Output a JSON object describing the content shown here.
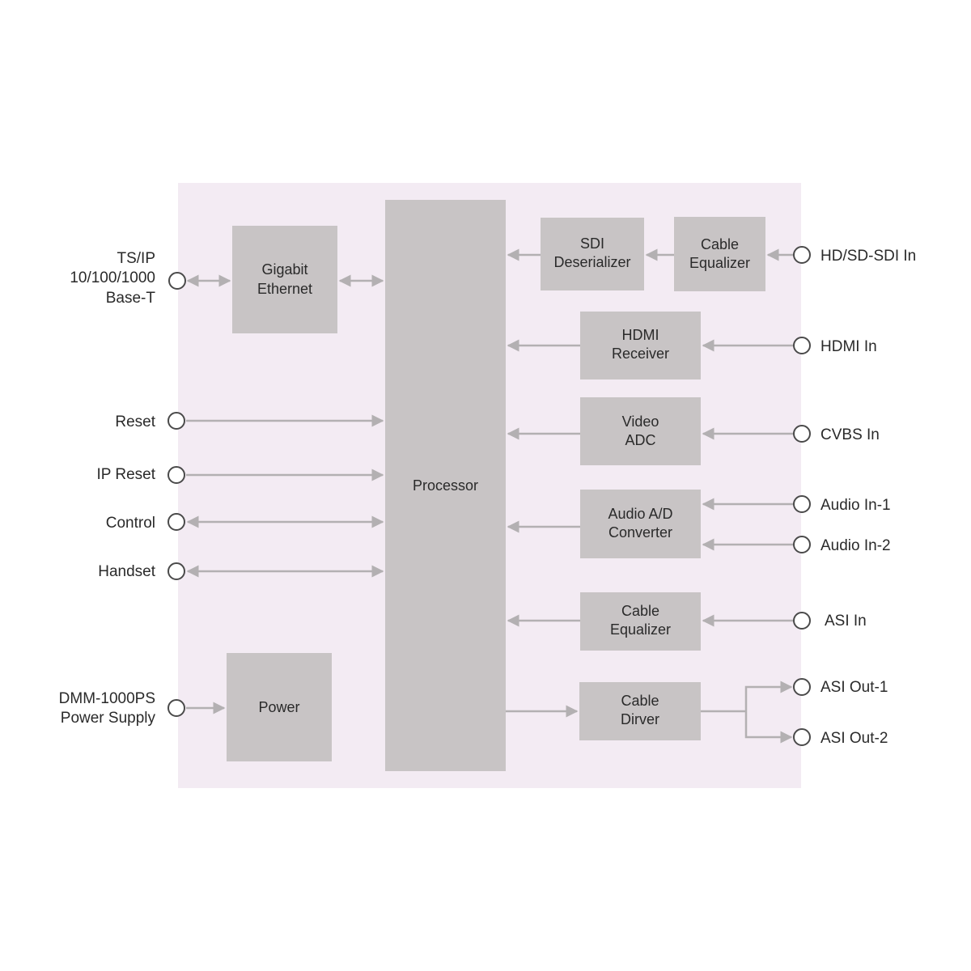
{
  "colors": {
    "background": "#f3ebf3",
    "block": "#c8c4c5",
    "wire": "#b3b0b2",
    "text": "#2a2a2a"
  },
  "blocks": {
    "processor": "Processor",
    "gigabit_ethernet": [
      "Gigabit",
      "Ethernet"
    ],
    "power": "Power",
    "sdi_deserializer": [
      "SDI",
      "Deserializer"
    ],
    "cable_equalizer_sdi": [
      "Cable",
      "Equalizer"
    ],
    "hdmi_receiver": [
      "HDMI",
      "Receiver"
    ],
    "video_adc": [
      "Video",
      "ADC"
    ],
    "audio_converter": [
      "Audio A/D",
      "Converter"
    ],
    "cable_equalizer_asi": [
      "Cable",
      "Equalizer"
    ],
    "cable_driver": [
      "Cable",
      "Dirver"
    ]
  },
  "ports_left": {
    "tsip": [
      "TS/IP",
      "10/100/1000",
      "Base-T"
    ],
    "reset": "Reset",
    "ip_reset": "IP Reset",
    "control": "Control",
    "handset": "Handset",
    "power_supply": [
      "DMM-1000PS",
      "Power Supply"
    ]
  },
  "ports_right": {
    "hd_sd_sdi_in": "HD/SD-SDI In",
    "hdmi_in": "HDMI In",
    "cvbs_in": "CVBS In",
    "audio_in_1": "Audio In-1",
    "audio_in_2": "Audio In-2",
    "asi_in": "ASI In",
    "asi_out_1": "ASI Out-1",
    "asi_out_2": "ASI Out-2"
  }
}
